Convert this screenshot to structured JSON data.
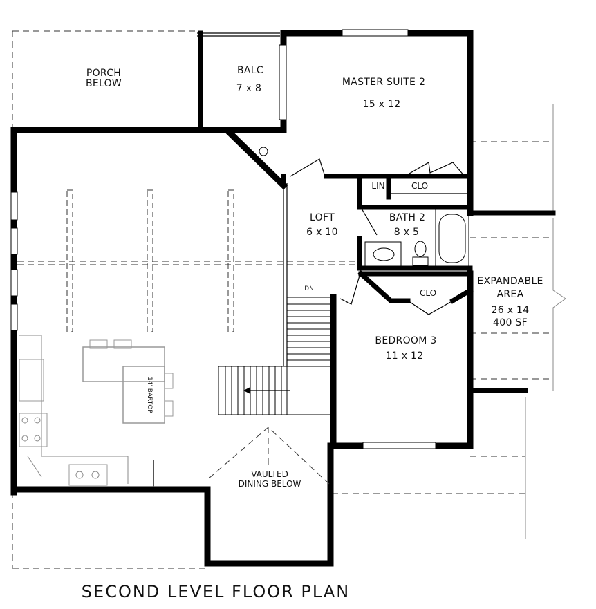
{
  "plan": {
    "title": "SECOND LEVEL FLOOR PLAN",
    "rooms": {
      "porch": {
        "line1": "PORCH",
        "line2": "BELOW"
      },
      "balc": {
        "name": "BALC",
        "size": "7 x 8"
      },
      "master": {
        "name": "MASTER SUITE 2",
        "size": "15 x 12"
      },
      "lin": "LIN",
      "clo_master": "CLO",
      "loft": {
        "name": "LOFT",
        "size": "6 x 10"
      },
      "bath": {
        "name": "BATH 2",
        "size": "8 x 5"
      },
      "clo_bed": "CLO",
      "bedroom": {
        "name": "BEDROOM 3",
        "size": "11 x 12"
      },
      "expandable": {
        "line1": "EXPANDABLE",
        "line2": "AREA",
        "size": "26 x 14",
        "sf": "400 SF"
      },
      "dining": {
        "line1": "VAULTED",
        "line2": "DINING BELOW"
      }
    },
    "bartop": "14' BARTOP",
    "stair_dn": "DN"
  }
}
